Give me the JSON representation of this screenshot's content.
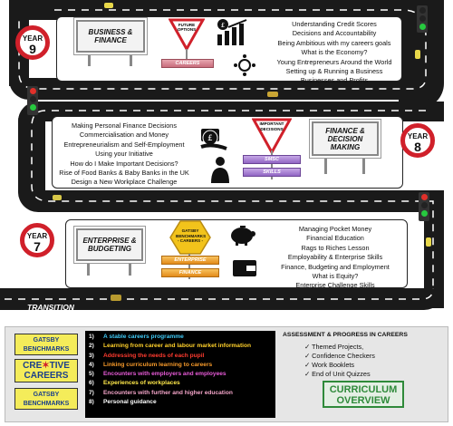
{
  "year9": {
    "year_label": "YEAR",
    "year_number": "9",
    "sign_title": "BUSINESS & FINANCE",
    "yield_label": "FUTURE OPTIONS",
    "banner_careers": "CAREERS",
    "topics": [
      "Understanding Credit Scores",
      "Decisions and Accountability",
      "Being Ambitious with my careers goals",
      "What is the Economy?",
      "Young Entrepreneurs Around the World",
      "Setting up & Running a Business",
      "Businesses and Profits"
    ]
  },
  "year8": {
    "year_label": "YEAR",
    "year_number": "8",
    "sign_title": "FINANCE & DECISION MAKING",
    "yield_label": "IMPORTANT DECISIONS",
    "banner_smsc": "SMSC",
    "banner_skills": "SKILLS",
    "topics": [
      "Making Personal Finance Decisions",
      "Commercialisation and Money",
      "Entrepreneurialism and Self-Employment",
      "Using your Initiative",
      "How do I Make Important Decisions?",
      "Rise of Food Banks & Baby Banks in the UK",
      "Design a New Workplace Challenge"
    ]
  },
  "year7": {
    "year_label": "YEAR",
    "year_number": "7",
    "sign_title": "ENTERPRISE & BUDGETING",
    "hex_label": "GATSBY BENCHMARKS - CAREERS -",
    "banner_enterprise": "ENTERPRISE",
    "banner_finance": "FINANCE",
    "topics": [
      "Managing Pocket Money",
      "Financial Education",
      "Rags to Riches Lesson",
      "Employability & Enterprise Skills",
      "Finance, Budgeting and Employment",
      "What is Equity?",
      "Enterprise Challenge Skills"
    ]
  },
  "transition_label": "TRANSITION",
  "logos": {
    "gatsby": "GATSBY BENCHMARKS",
    "creative_1": "CRE",
    "creative_star": "✶",
    "creative_2": "TIVE",
    "creative_3": "CAREERS"
  },
  "benchmarks": [
    {
      "num": "1)",
      "text": "A stable careers programme",
      "color": "#3fc8f4"
    },
    {
      "num": "2)",
      "text": "Learning from career and labour market information",
      "color": "#ffd02a"
    },
    {
      "num": "3)",
      "text": "Addressing the needs of each pupil",
      "color": "#ff3b2f"
    },
    {
      "num": "4)",
      "text": "Linking curriculum learning to careers",
      "color": "#f79a2a"
    },
    {
      "num": "5)",
      "text": "Encounters with employers and employees",
      "color": "#e85bd8"
    },
    {
      "num": "6)",
      "text": "Experiences of workplaces",
      "color": "#ffe94a"
    },
    {
      "num": "7)",
      "text": "Encounters with further and higher education",
      "color": "#f3a4c8"
    },
    {
      "num": "8)",
      "text": "Personal guidance",
      "color": "#ffffff"
    }
  ],
  "assessment": {
    "title": "ASSESSMENT & PROGRESS IN CAREERS",
    "items": [
      "Themed Projects,",
      "Confidence Checkers",
      "Work Booklets",
      "End of Unit Quizzes"
    ]
  },
  "overview": {
    "line1": "CURRICULUM",
    "line2": "OVERVIEW"
  },
  "colors": {
    "road": "#1a1a1a",
    "year_ring": "#d0202a",
    "logo_yellow": "#f4ec5a",
    "overview_green": "#2f8a3a"
  }
}
